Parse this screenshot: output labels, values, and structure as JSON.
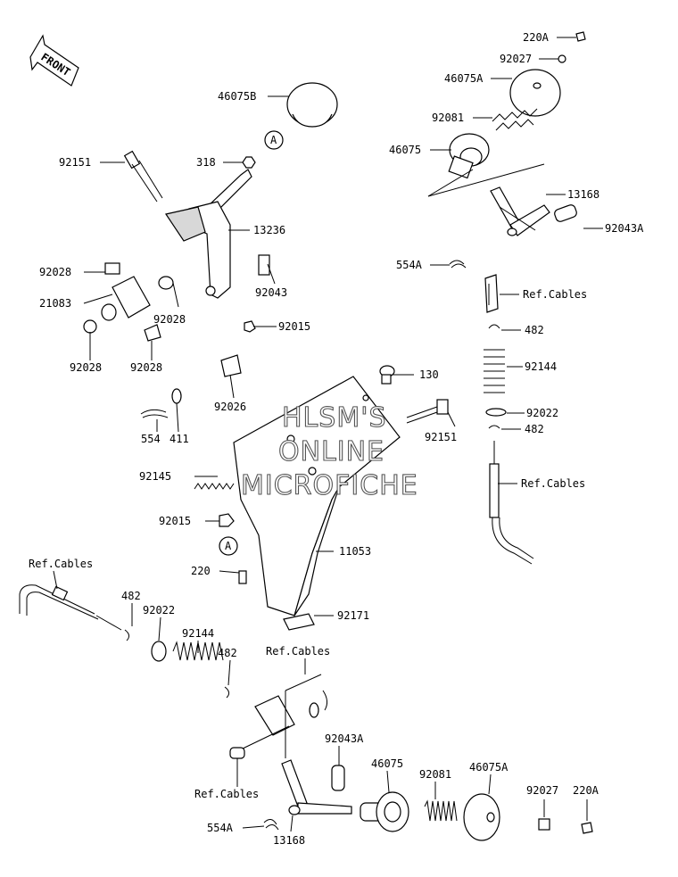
{
  "watermark": {
    "line1": "HLSM'S",
    "line2": "ONLINE",
    "line3": "MICROFICHE"
  },
  "front_arrow": {
    "label": "FRONT"
  },
  "callouts": {
    "a_top": "A",
    "a_mid": "A"
  },
  "labels": {
    "p46075B": "46075B",
    "p318": "318",
    "p92151_top": "92151",
    "p13236": "13236",
    "p92028_a": "92028",
    "p21083": "21083",
    "p92028_b": "92028",
    "p92043": "92043",
    "p92015_top": "92015",
    "p92028_c": "92028",
    "p92028_d": "92028",
    "p92026": "92026",
    "p554": "554",
    "p411": "411",
    "p220A_top": "220A",
    "p92027_top": "92027",
    "p46075A_top": "46075A",
    "p92081_top": "92081",
    "p46075_top": "46075",
    "p13168_top": "13168",
    "p92043A_top": "92043A",
    "p554A_top": "554A",
    "refcables_r1": "Ref.Cables",
    "p482_r1": "482",
    "p92144_r": "92144",
    "p92022_r": "92022",
    "p482_r2": "482",
    "refcables_r2": "Ref.Cables",
    "p130": "130",
    "p92151_mid": "92151",
    "p92145": "92145",
    "p92015_mid": "92015",
    "p11053": "11053",
    "p220": "220",
    "p92171": "92171",
    "refcables_l": "Ref.Cables",
    "p482_l1": "482",
    "p92022_l": "92022",
    "p92144_l": "92144",
    "p482_l2": "482",
    "refcables_b1": "Ref.Cables",
    "p92043A_bot": "92043A",
    "p46075_bot": "46075",
    "p92081_bot": "92081",
    "p46075A_bot": "46075A",
    "p92027_bot": "92027",
    "p220A_bot": "220A",
    "refcables_b2": "Ref.Cables",
    "p554A_bot": "554A",
    "p13168_bot": "13168"
  }
}
